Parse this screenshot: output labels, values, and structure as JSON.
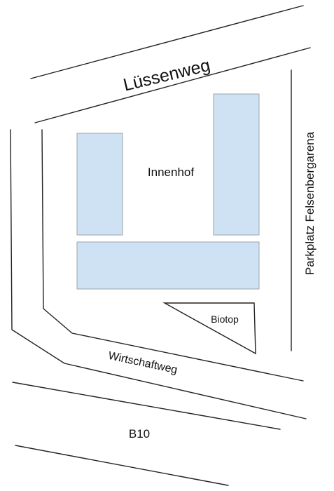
{
  "labels": {
    "luessenweg": "Lüssenweg",
    "innenhof": "Innenhof",
    "parkplatz": "Parkplatz Felsenbergarena",
    "biotop": "Biotop",
    "wirtschaftweg": "Wirtschaftweg",
    "b10": "B10"
  },
  "colors": {
    "building_fill": "#cfe2f3",
    "building_stroke": "#9aa4ad",
    "line": "#222222",
    "background": "#ffffff"
  }
}
